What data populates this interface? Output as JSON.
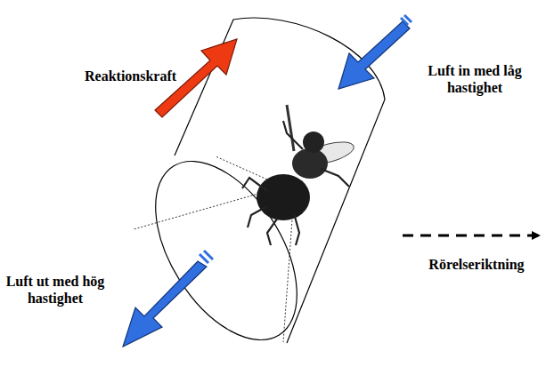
{
  "diagram": {
    "labels": [
      "Reaktionskraft",
      "Luft in med låg hastighet",
      "Luft ut med hög hastighet",
      "Rörelseriktning"
    ]
  }
}
